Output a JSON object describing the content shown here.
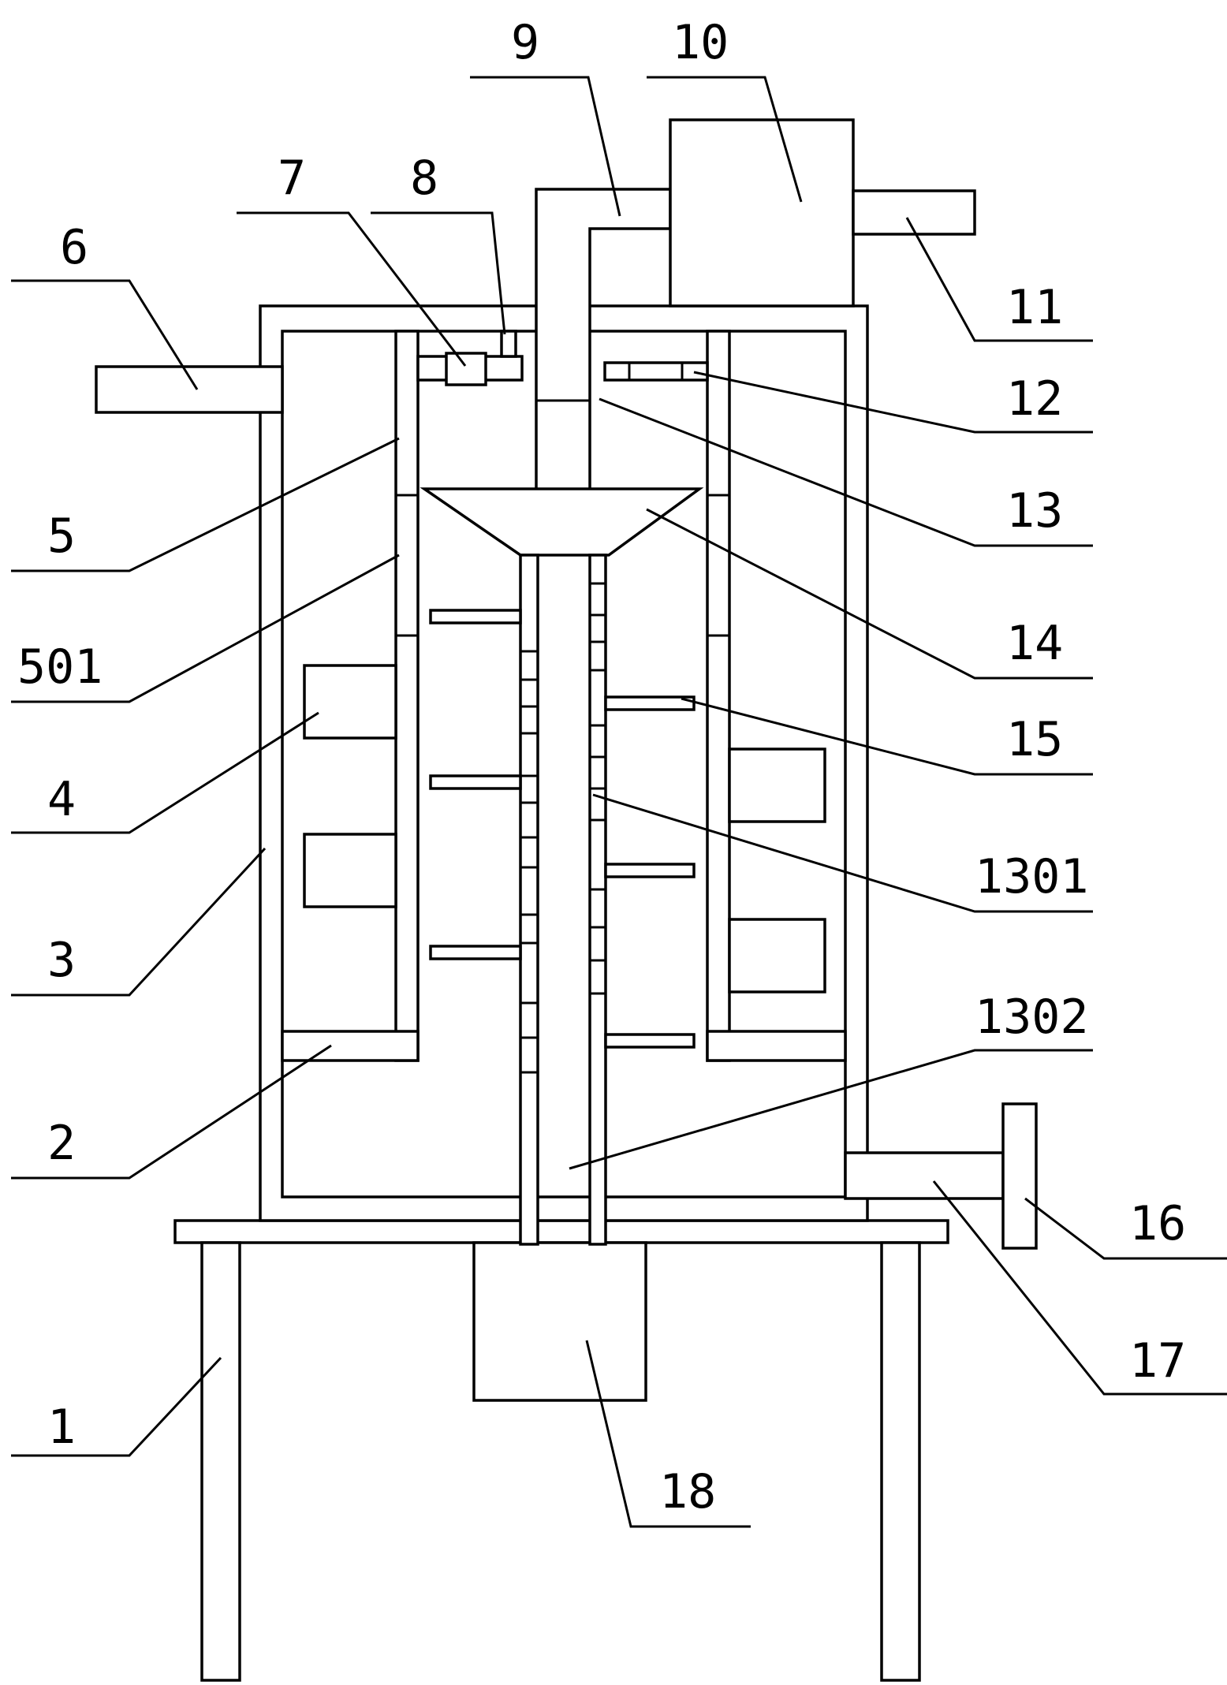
{
  "labels": {
    "l1": "1",
    "l2": "2",
    "l3": "3",
    "l4": "4",
    "l5": "5",
    "l501": "501",
    "l6": "6",
    "l7": "7",
    "l8": "8",
    "l9": "9",
    "l10": "10",
    "l11": "11",
    "l12": "12",
    "l13": "13",
    "l14": "14",
    "l15": "15",
    "l16": "16",
    "l17": "17",
    "l18": "18",
    "l1301": "1301",
    "l1302": "1302"
  },
  "colors": {
    "line": "#000000",
    "background": "#ffffff"
  }
}
